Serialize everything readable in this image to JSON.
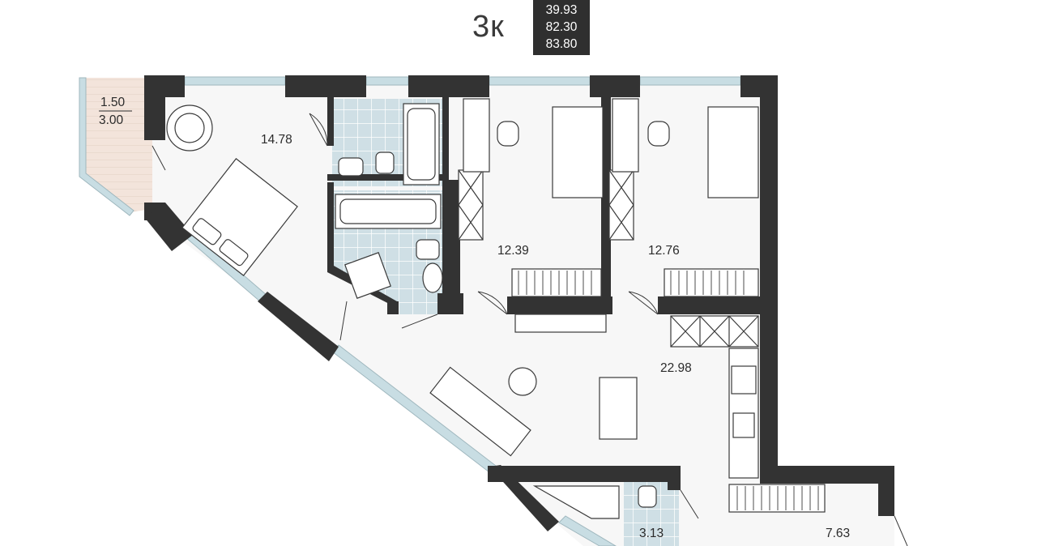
{
  "title": {
    "rooms": "3к",
    "areas": {
      "living": "39.93",
      "total": "82.30",
      "total_with_balcony": "83.80"
    }
  },
  "rooms": {
    "balcony_area": "1.50",
    "balcony_area_full": "3.00",
    "master_bedroom": "14.78",
    "bedroom_2": "12.39",
    "bedroom_3": "12.76",
    "kitchen_living": "22.98",
    "wc": "3.13",
    "hallway": "7.63"
  },
  "colors": {
    "wall": "#333333",
    "window": "#c8dde3",
    "tile": "#c9dbe2",
    "balcony": "#f1e2d9"
  }
}
